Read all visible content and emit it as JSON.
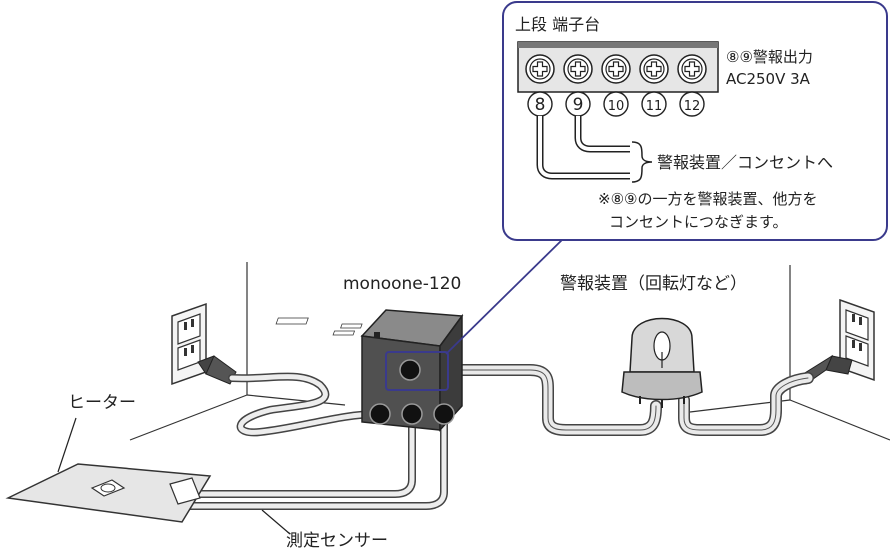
{
  "labels": {
    "device": "monoone-120",
    "alarm_device": "警報装置（回転灯など）",
    "heater": "ヒーター",
    "sensor": "測定センサー"
  },
  "callout": {
    "title": "上段 端子台",
    "output_line1": "⑧⑨警報出力",
    "output_line2": "AC250V 3A",
    "terminals": [
      "8",
      "9",
      "10",
      "11",
      "12"
    ],
    "wire_label": "警報装置／コンセントへ",
    "note_line1": "※⑧⑨の一方を警報装置、他方を",
    "note_line2": "コンセントにつなぎます。"
  },
  "colors": {
    "accent": "#3a3a8c",
    "device_body": "#505050",
    "device_top": "#8a8a8a",
    "lamp_dome": "#d8d8d8",
    "heater_pad": "#e6e6e6"
  }
}
